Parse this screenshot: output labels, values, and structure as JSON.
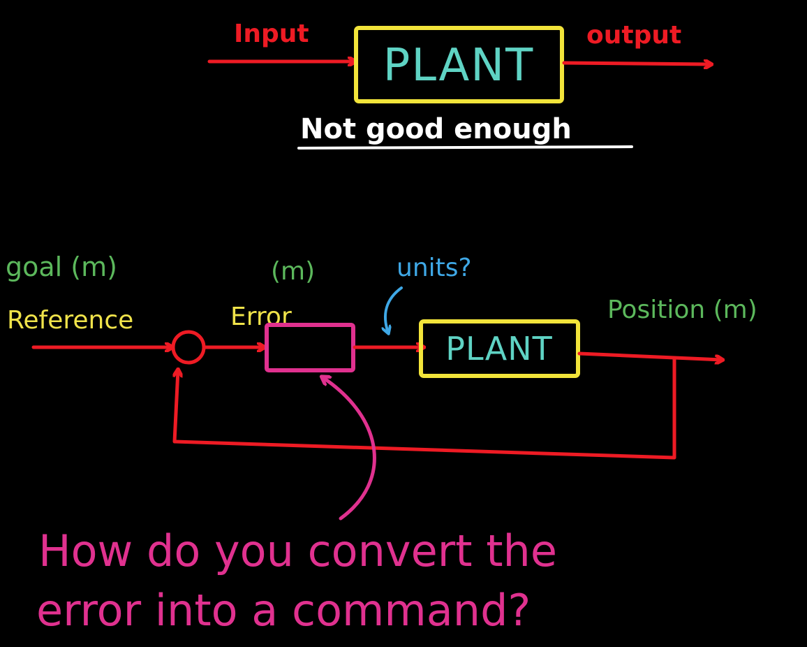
{
  "colors": {
    "background": "#000000",
    "wire": "#ee1b24",
    "block_border": "#f2e43a",
    "block_text": "#5fd3c4",
    "signal_label_yellow": "#f0e34a",
    "units_green": "#5cb85c",
    "question_blue": "#3fa8e6",
    "controller_magenta": "#e0318f",
    "note_white": "#ffffff"
  },
  "open_loop": {
    "input_label": "Input",
    "output_label": "output",
    "plant_label": "PLANT",
    "verdict": "Not good enough"
  },
  "closed_loop": {
    "goal_label": "goal (m)",
    "reference_label": "Reference",
    "error_units": "(m)",
    "error_label": "Error",
    "units_question": "units?",
    "plant_label": "PLANT",
    "position_label": "Position (m)"
  },
  "question": {
    "line1": "How do you convert the",
    "line2": "error into a command?"
  }
}
